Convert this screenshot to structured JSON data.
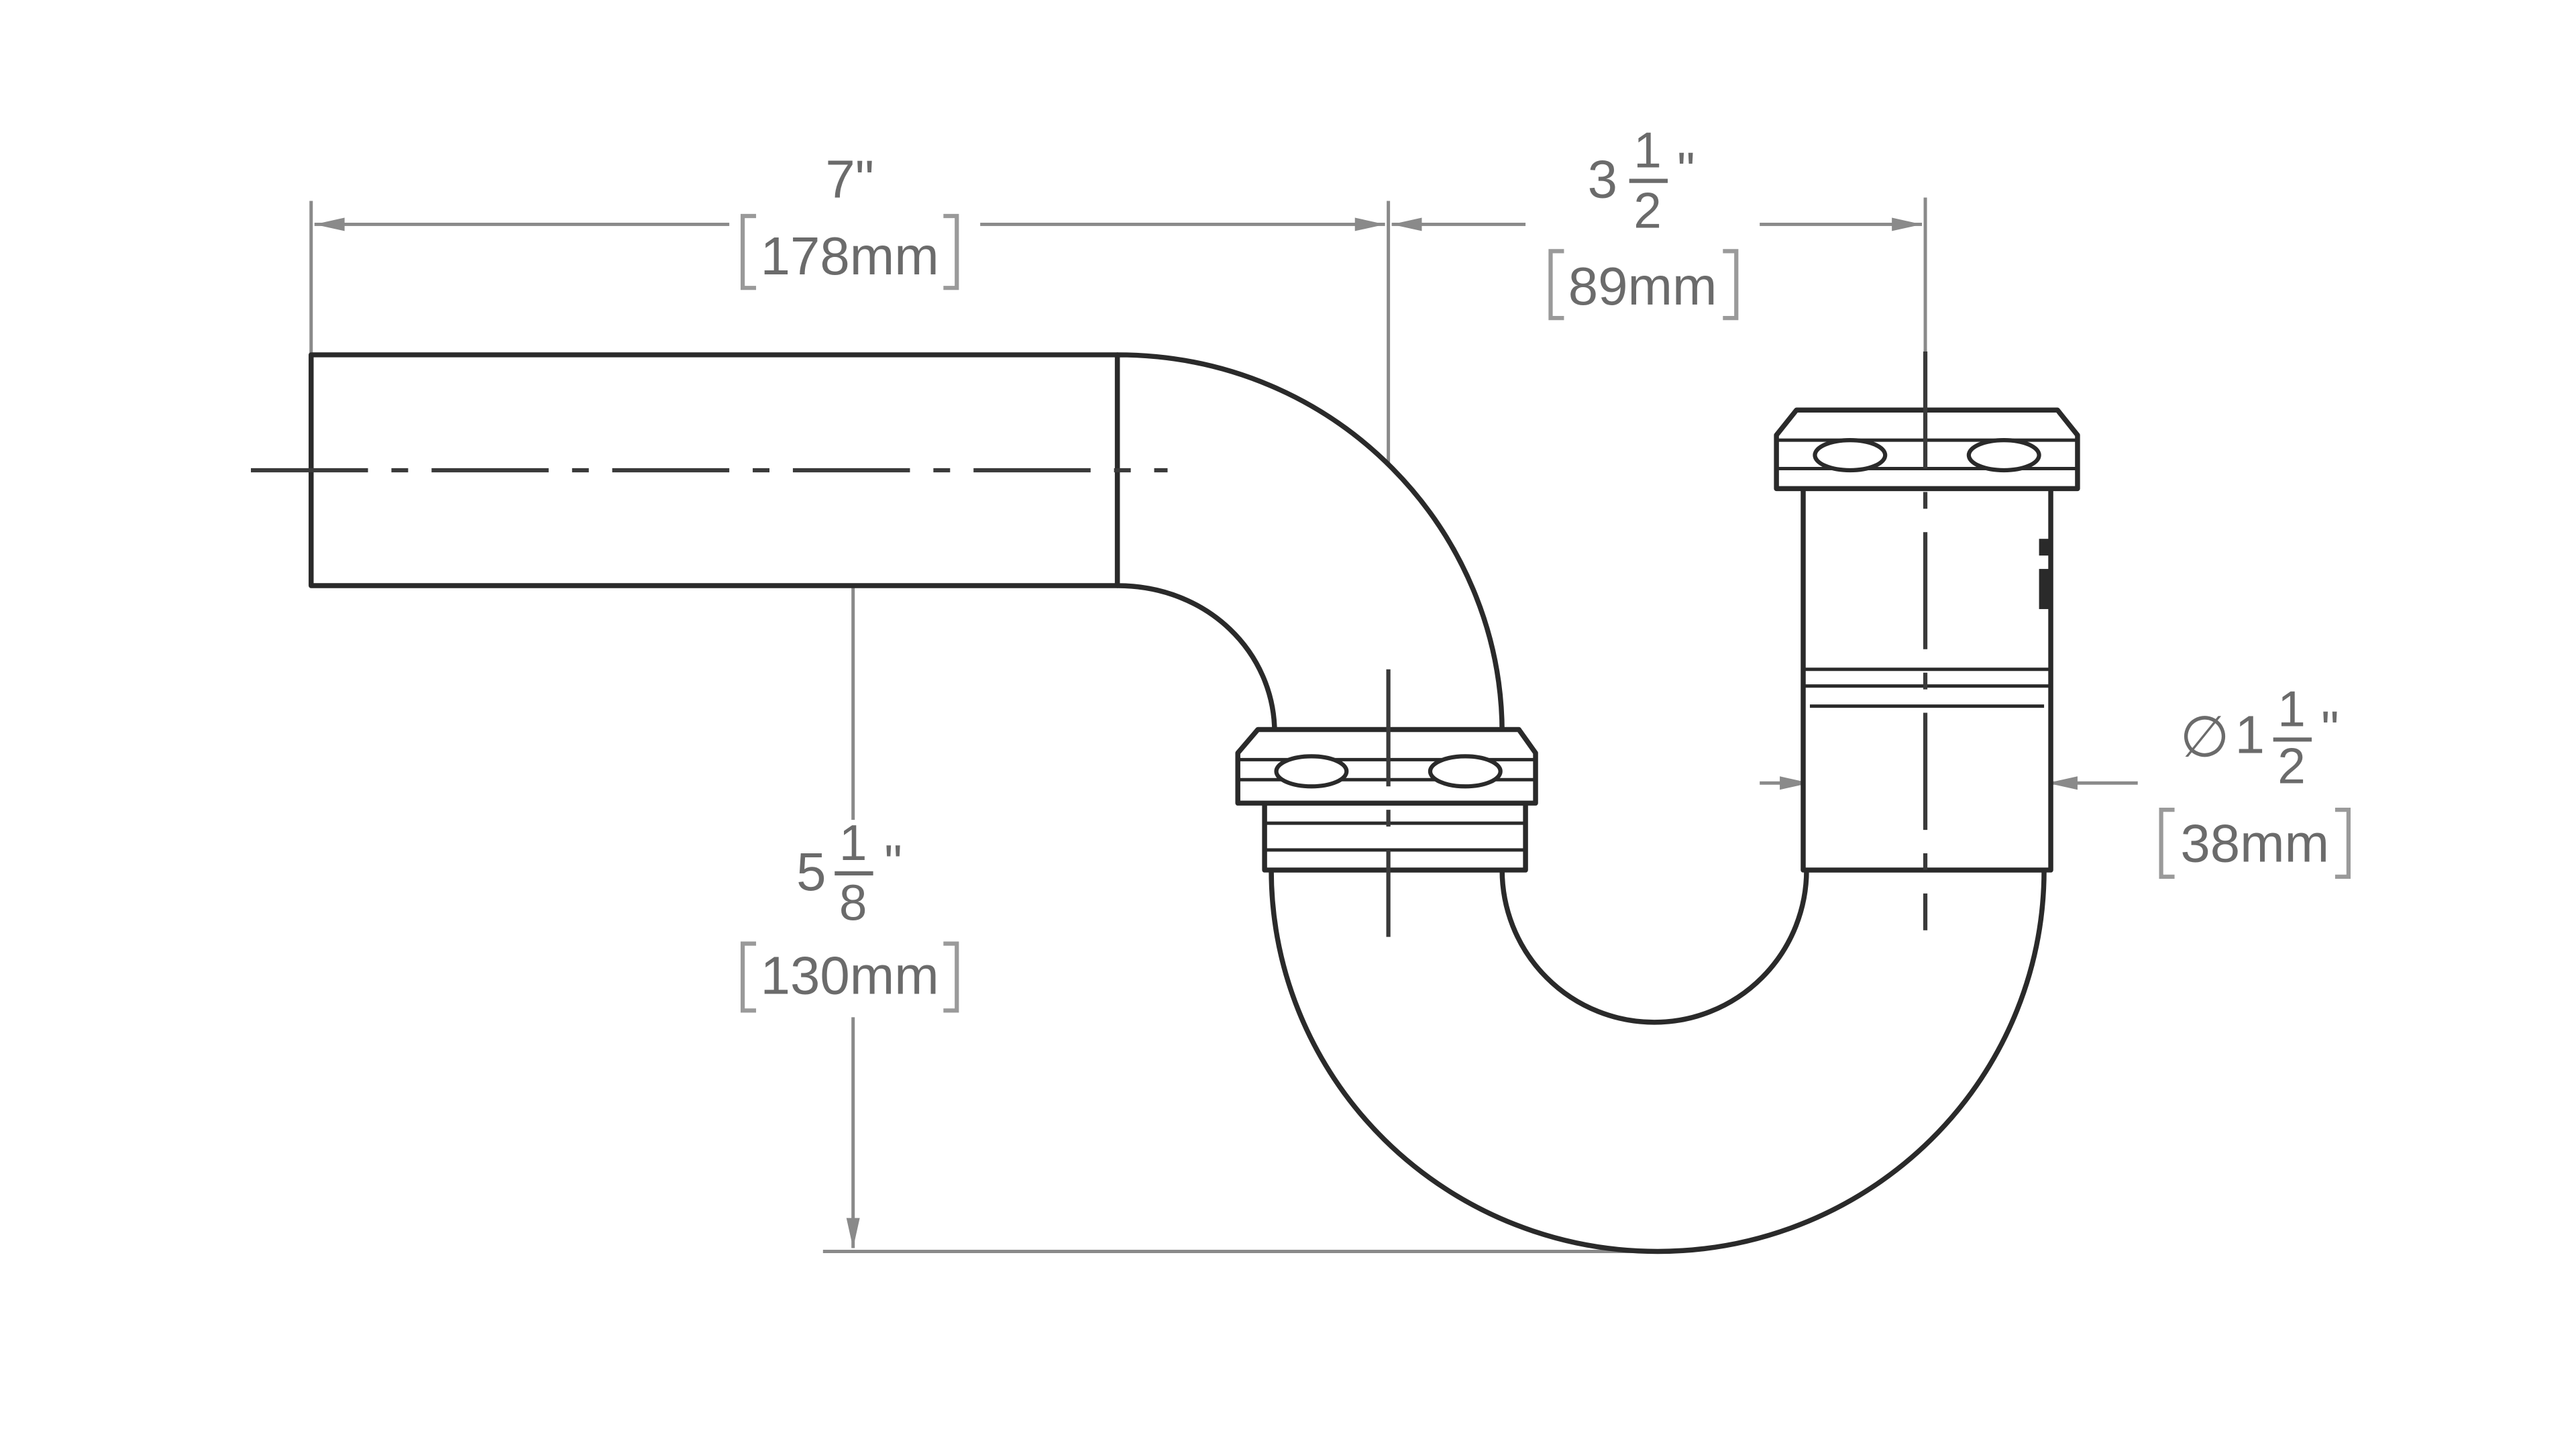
{
  "drawing": {
    "dimensions": {
      "tailpiece_length": {
        "imperial": "7\"",
        "metric": "178mm"
      },
      "offset": {
        "imperial_whole": "3",
        "imperial_num": "1",
        "imperial_den": "2",
        "inch_mark": "\"",
        "metric": "89mm"
      },
      "depth": {
        "imperial_whole": "5",
        "imperial_num": "1",
        "imperial_den": "8",
        "inch_mark": "\"",
        "metric": "130mm"
      },
      "diameter": {
        "symbol": "∅",
        "imperial_whole": "1",
        "imperial_num": "1",
        "imperial_den": "2",
        "inch_mark": "\"",
        "metric": "38mm"
      }
    },
    "colors": {
      "outline": "#2a2a2a",
      "dimension": "#8a8a8a",
      "text": "#6b6b6b"
    }
  }
}
